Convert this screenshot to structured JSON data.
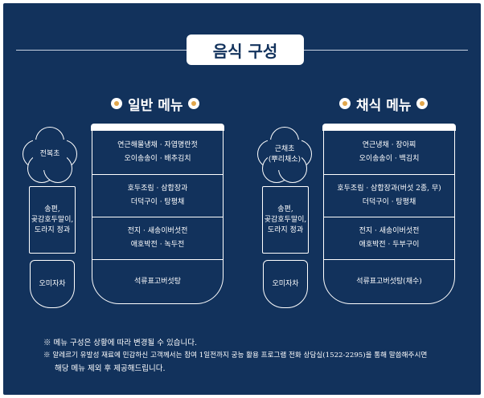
{
  "title": "음식 구성",
  "general": {
    "heading": "일반 메뉴",
    "side_dishes": {
      "flower": "전복초",
      "rect": [
        "송편,",
        "곶감호두말이,",
        "도라지 정과"
      ],
      "cup": "오미자차"
    },
    "bowl_rows": [
      [
        "연근해물냉채 · 자엽명란젓",
        "오이송송이 · 배추김치"
      ],
      [
        "호두조림 · 삼합장과",
        "더덕구이 · 탕평채"
      ],
      [
        "전지 · 새송이버섯전",
        "애호박전 · 녹두전"
      ],
      [
        "석류표고버섯탕"
      ]
    ]
  },
  "vegetarian": {
    "heading": "채식 메뉴",
    "side_dishes": {
      "flower": [
        "근채초",
        "(뿌리채소)"
      ],
      "rect": [
        "송편,",
        "곶감호두말이,",
        "도라지 정과"
      ],
      "cup": "오미자차"
    },
    "bowl_rows": [
      [
        "연근냉채 · 장아찌",
        "오이송송이 · 백김치"
      ],
      [
        "호두조림 · 삼합장과(버섯 2종, 무)",
        "더덕구이 · 탕평채"
      ],
      [
        "전지 · 새송이버섯전",
        "애호박전 · 두부구이"
      ],
      [
        "석류표고버섯탕(채수)"
      ]
    ]
  },
  "notes": [
    "※ 메뉴 구성은 상황에 따라 변경될 수 있습니다.",
    "※ 알레르기 유발성 재료에 민감하신 고객께서는 참여 1일전까지 궁능 활용 프로그램 전화 상담실(1522-2295)을 통해 말씀해주시면",
    "해당 메뉴 제외 후 제공해드립니다."
  ],
  "colors": {
    "background": "#12325c",
    "accent": "#e1a64b",
    "line": "#ffffff"
  }
}
